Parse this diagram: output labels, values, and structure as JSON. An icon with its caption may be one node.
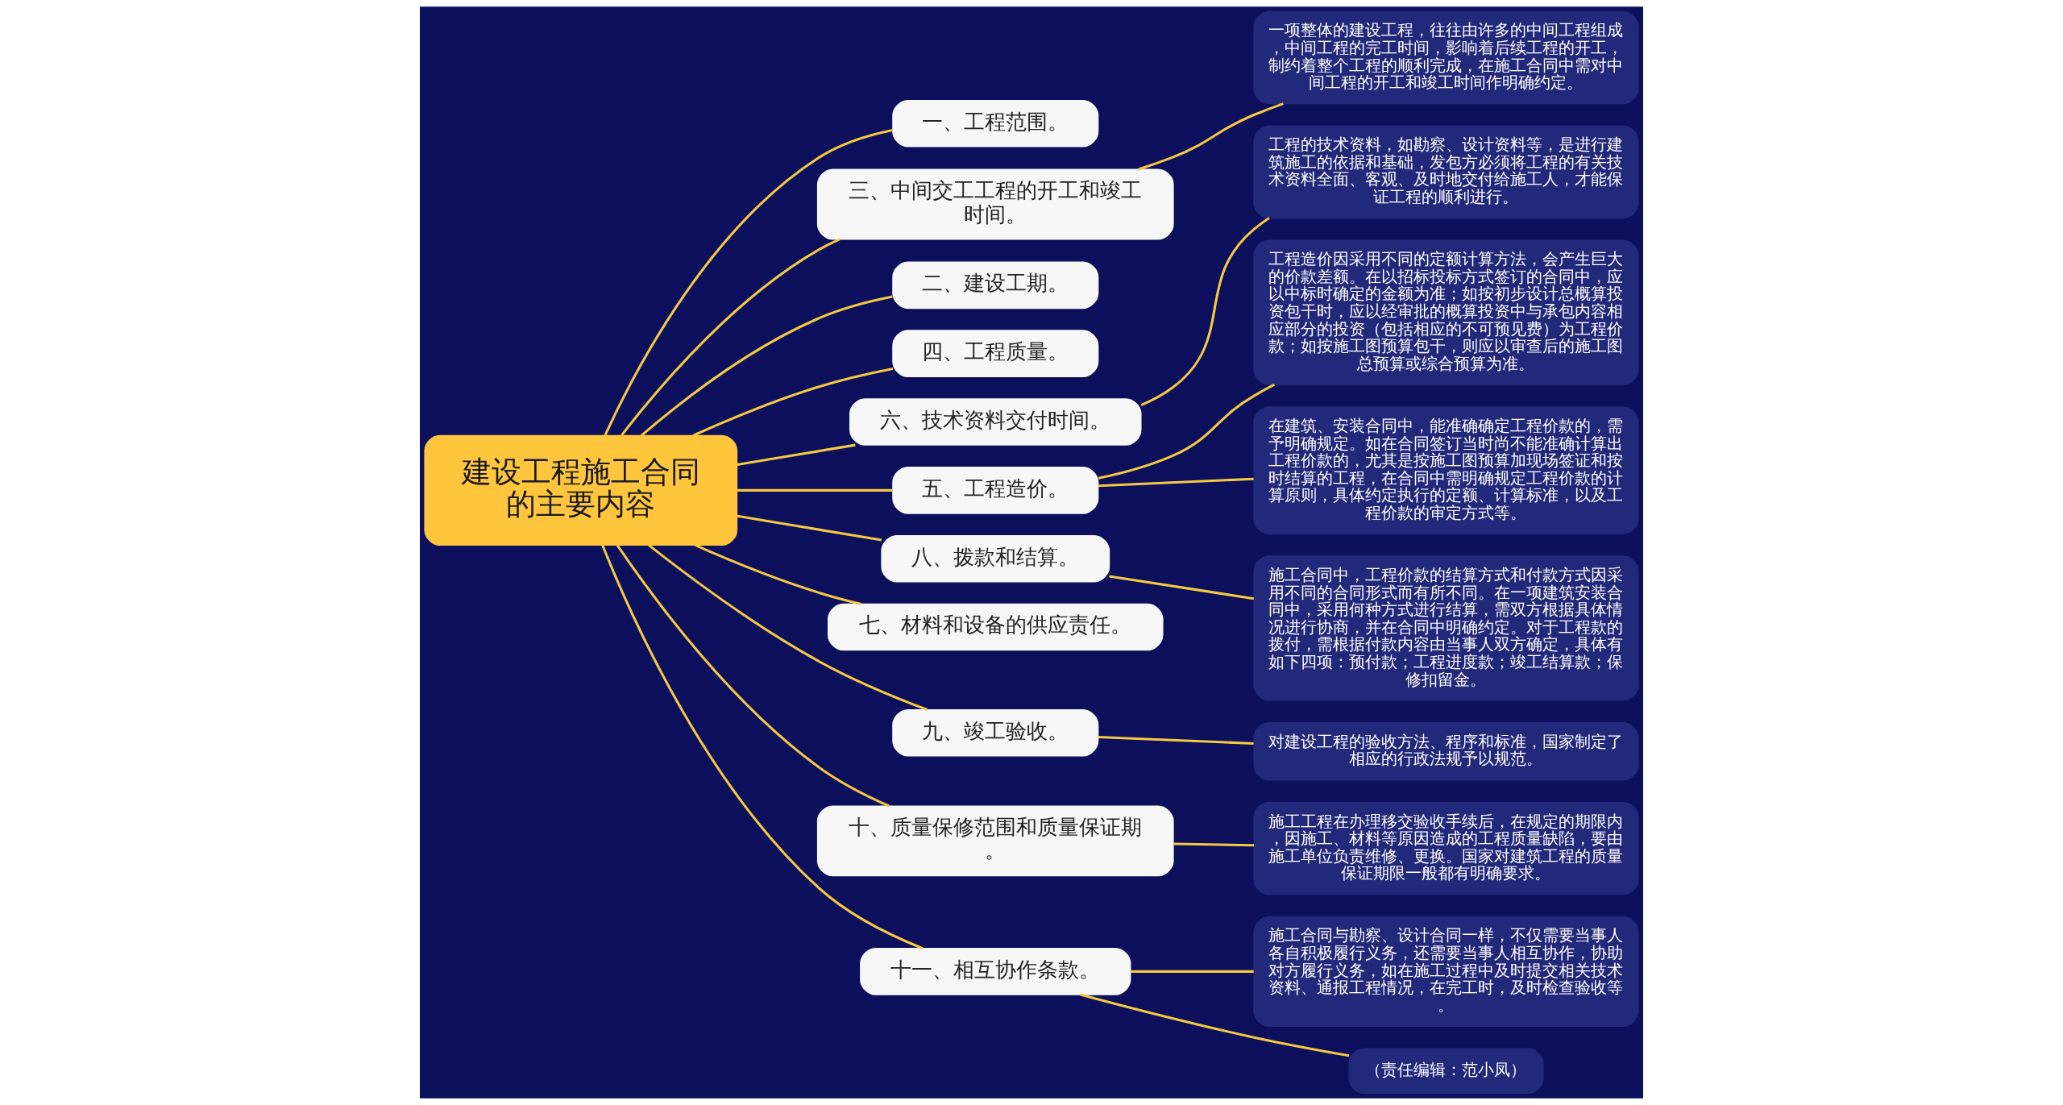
{
  "diagram": {
    "nodes": [
      {
        "text": [
          "建设工程施工合同的主要内容"
        ]
      },
      {
        "text": [
          "一、工程范围。"
        ]
      },
      {
        "text": [
          "三、中间交工工程的开工和竣工时间。"
        ]
      },
      {
        "text": [
          "一项整体的建设工程，往往由许多的中间工程组成，中间工程的完工时间，影响着后续工程的开工，制约着整个工程的顺利完成，在施工合同中需对中间工程的开工和竣工时间作明确约定。"
        ]
      },
      {
        "text": [
          "二、建设工期。"
        ]
      },
      {
        "text": [
          "四、工程质量。"
        ]
      },
      {
        "text": [
          "六、技术资料交付时间。"
        ]
      },
      {
        "text": [
          "工程的技术资料，如勘察、设计资料等，是进行建筑施工的依据和基础，发包方必须将工程的有关技术资料全面、客观、及时地交付给施工人，才能保证工程的顺利进行。"
        ]
      },
      {
        "text": [
          "五、工程造价。"
        ]
      },
      {
        "text": [
          "工程造价因采用不同的定额计算方法，会产生巨大的价款差额。在以招标投标方式签订的合同中，应以中标时确定的金额为准；如按初步设计总概算投资包干时，应以经审批的概算投资中与承包内容相应部分的投资（包括相应的不可预见费）为工程价款；如按施工图预算包干，则应以审查后的施工图总预算或综合预算为准。"
        ]
      },
      {
        "text": [
          "在建筑、安装合同中，能准确确定工程价款的，需予明确规定。如在合同签订当时尚不能准确计算出工程价款的，尤其是按施工图预算加现场签证和按时结算的工程，在合同中需明确规定工程价款的计算原则，具体约定执行的定额、计算标准，以及工程价款的审定方式等。"
        ]
      },
      {
        "text": [
          "八、拨款和结算。"
        ]
      },
      {
        "text": [
          "施工合同中，工程价款的结算方式和付款方式因采用不同的合同形式而有所不同。在一项建筑安装合同中，采用何种方式进行结算，需双方根据具体情况进行协商，并在合同中明确约定。对于工程款的拨付，需根据付款内容由当事人双方确定，具体有如下四项：预付款；工程进度款；竣工结算款；保修扣留金。"
        ]
      },
      {
        "text": [
          "七、材料和设备的供应责任。"
        ]
      },
      {
        "text": [
          "九、竣工验收。"
        ]
      },
      {
        "text": [
          "对建设工程的验收方法、程序和标准，国家制定了相应的行政法规予以规范。"
        ]
      },
      {
        "text": [
          "十、质量保修范围和质量保证期。"
        ]
      },
      {
        "text": [
          "施工工程在办理移交验收手续后，在规定的期限内，因施工、材料等原因造成的工程质量缺陷，要由施工单位负责维修、更换。国家对建筑工程的质量保证期限一般都有明确要求。"
        ]
      },
      {
        "text": [
          "十一、相互协作条款。"
        ]
      },
      {
        "text": [
          "施工合同与勘察、设计合同一样，不仅需要当事人各自积极履行义务，还需要当事人相互协作，协助对方履行义务，如在施工过程中及时提交相关技术资料、通报工程情况，在完工时，及时检查验收等。"
        ]
      },
      {
        "text": [
          "（责任编辑：范小凤）"
        ]
      }
    ],
    "edges": [
      {
        "from": 0,
        "to": 1,
        "arrow": "none"
      },
      {
        "from": 0,
        "to": 2,
        "arrow": "none"
      },
      {
        "from": 2,
        "to": 3,
        "arrow": "none"
      },
      {
        "from": 0,
        "to": 4,
        "arrow": "none"
      },
      {
        "from": 0,
        "to": 5,
        "arrow": "none"
      },
      {
        "from": 0,
        "to": 6,
        "arrow": "none"
      },
      {
        "from": 6,
        "to": 7,
        "arrow": "none"
      },
      {
        "from": 0,
        "to": 8,
        "arrow": "none"
      },
      {
        "from": 8,
        "to": 9,
        "arrow": "none"
      },
      {
        "from": 8,
        "to": 10,
        "arrow": "none"
      },
      {
        "from": 0,
        "to": 11,
        "arrow": "none"
      },
      {
        "from": 11,
        "to": 12,
        "arrow": "none"
      },
      {
        "from": 0,
        "to": 13,
        "arrow": "none"
      },
      {
        "from": 0,
        "to": 14,
        "arrow": "none"
      },
      {
        "from": 14,
        "to": 15,
        "arrow": "none"
      },
      {
        "from": 0,
        "to": 16,
        "arrow": "none"
      },
      {
        "from": 16,
        "to": 17,
        "arrow": "none"
      },
      {
        "from": 0,
        "to": 18,
        "arrow": "none"
      },
      {
        "from": 18,
        "to": 19,
        "arrow": "none"
      },
      {
        "from": 18,
        "to": 20,
        "arrow": "none"
      }
    ]
  }
}
